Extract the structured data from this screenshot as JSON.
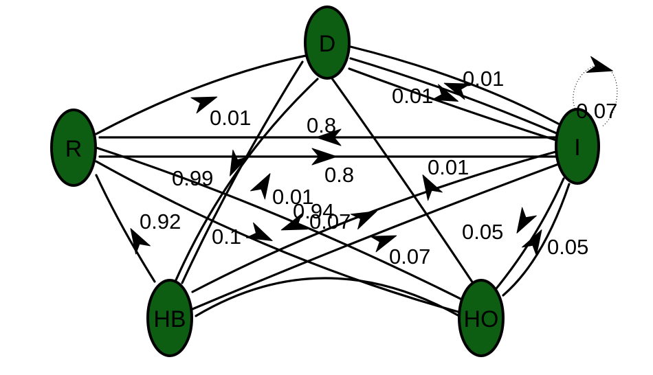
{
  "nodes": {
    "D": "D",
    "R": "R",
    "I": "I",
    "HB": "HB",
    "HO": "HO"
  },
  "edge_labels": {
    "i_d_top": "0.01",
    "d_i": "0.01",
    "r_d": "0.01",
    "i_i": "0.07",
    "i_r": "0.8",
    "r_i": "0.8",
    "d_hb": "0.99",
    "ho_d": "0.01",
    "hb_d": "0.01",
    "r_ho": "0.94",
    "i_hb": "0.07",
    "hb_r": "0.92",
    "ho_r": "0.1",
    "i_ho": "0.05",
    "ho_i": "0.05",
    "hb_i": "0.07"
  },
  "colors": {
    "node_fill": "#0d5e12",
    "stroke": "#000000"
  }
}
